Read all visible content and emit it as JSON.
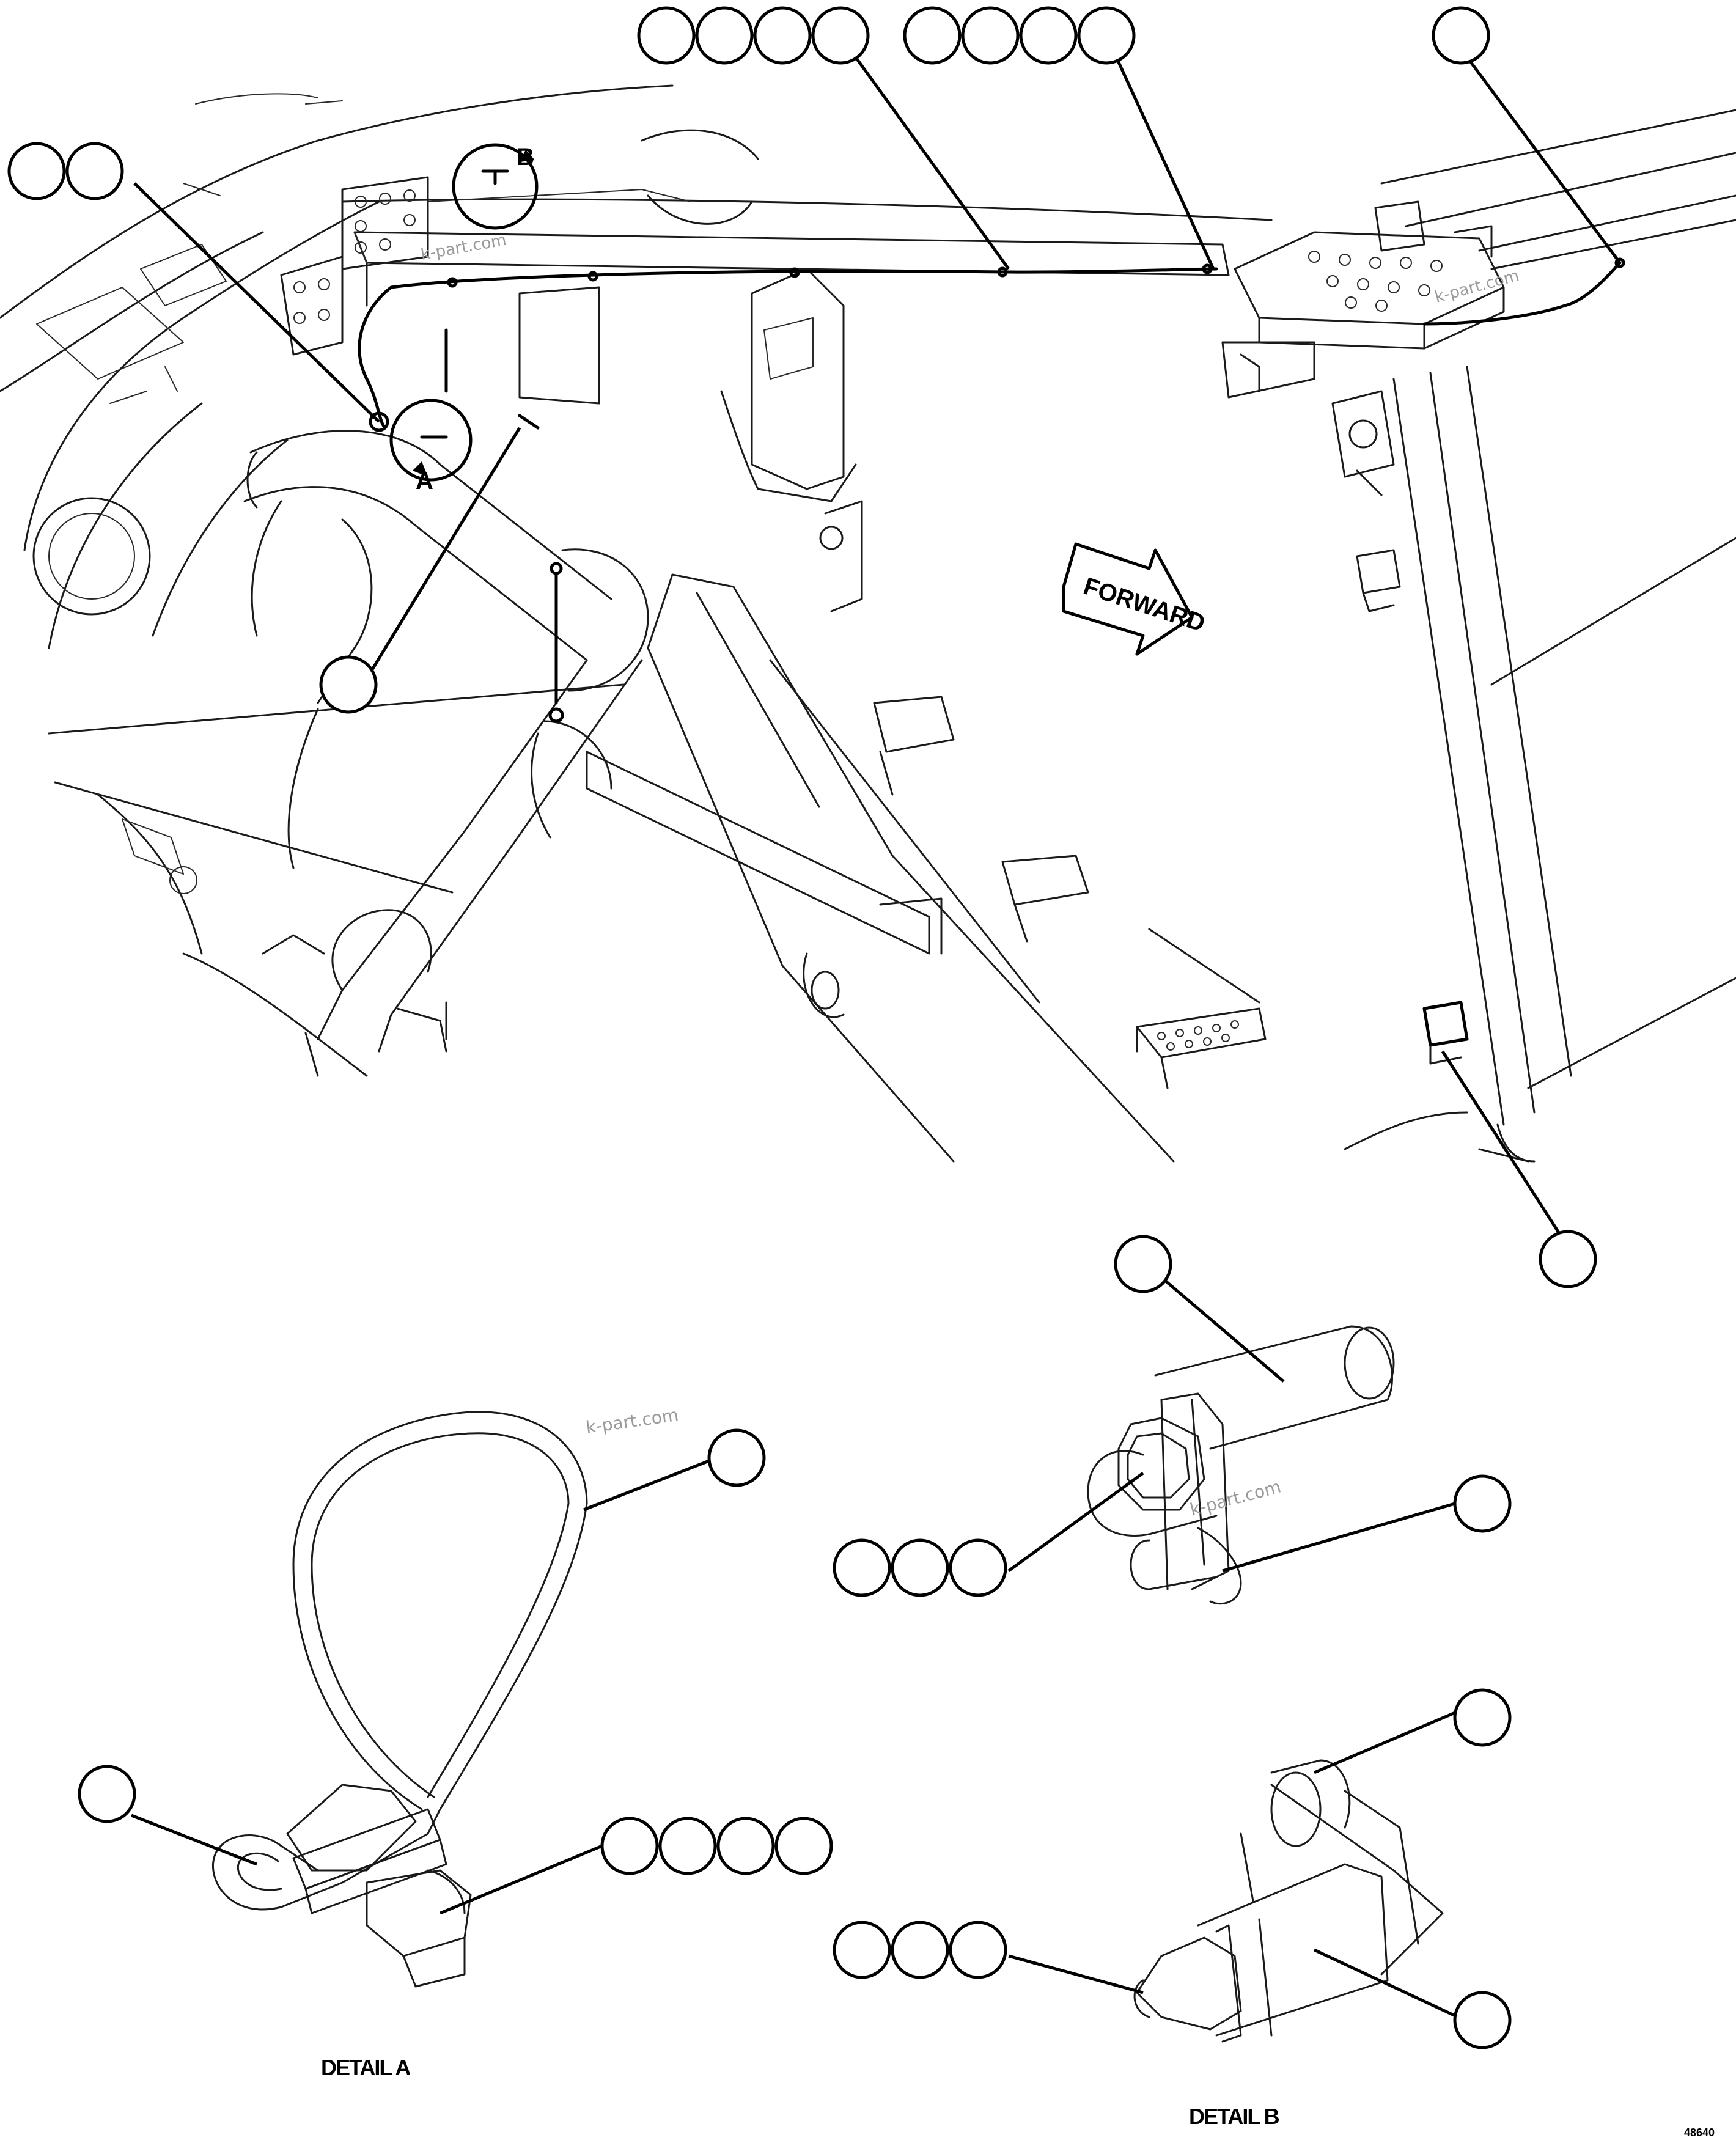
{
  "diagram": {
    "direction_label": "FORWARD",
    "detail_a_marker": "A",
    "detail_b_marker": "B",
    "detail_a_caption": "DETAIL A",
    "detail_b_caption": "DETAIL B",
    "watermarks": [
      "k-part.com",
      "k-part.com",
      "k-part.com",
      "k-part.com"
    ],
    "drawing_number": "48640"
  }
}
